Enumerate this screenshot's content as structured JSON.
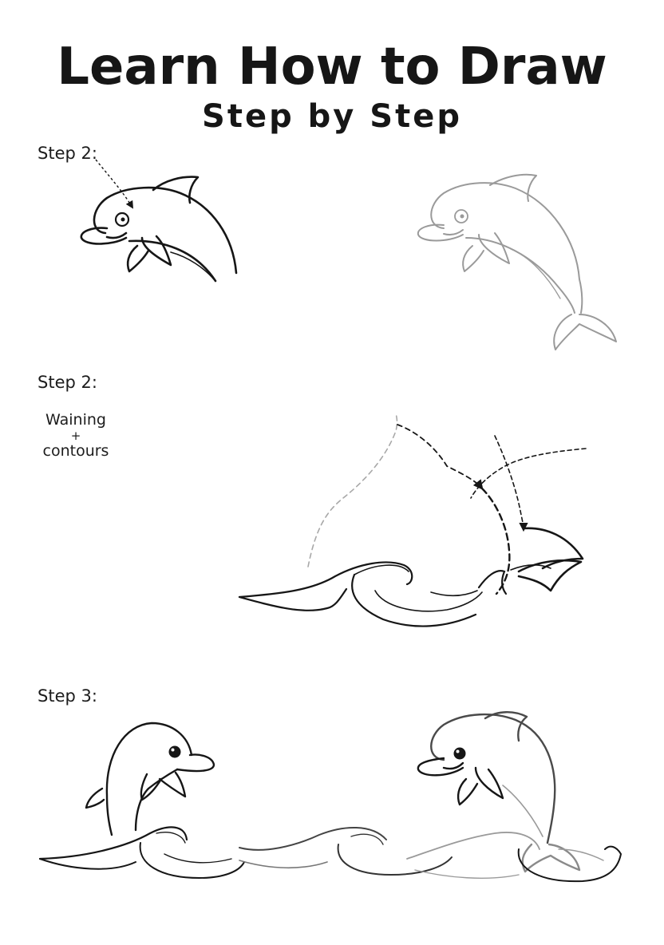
{
  "header": {
    "title": "Learn How to Draw",
    "subtitle": "Step by Step"
  },
  "steps": [
    {
      "label": "Step 2:"
    },
    {
      "label": "Step 2:",
      "note_line1": "Waining",
      "note_plus": "+",
      "note_line2": "contours"
    },
    {
      "label": "Step 3:"
    }
  ],
  "colors": {
    "ink": "#161616",
    "guide": "#a8a8a8",
    "faded": "#9a9a9a"
  }
}
